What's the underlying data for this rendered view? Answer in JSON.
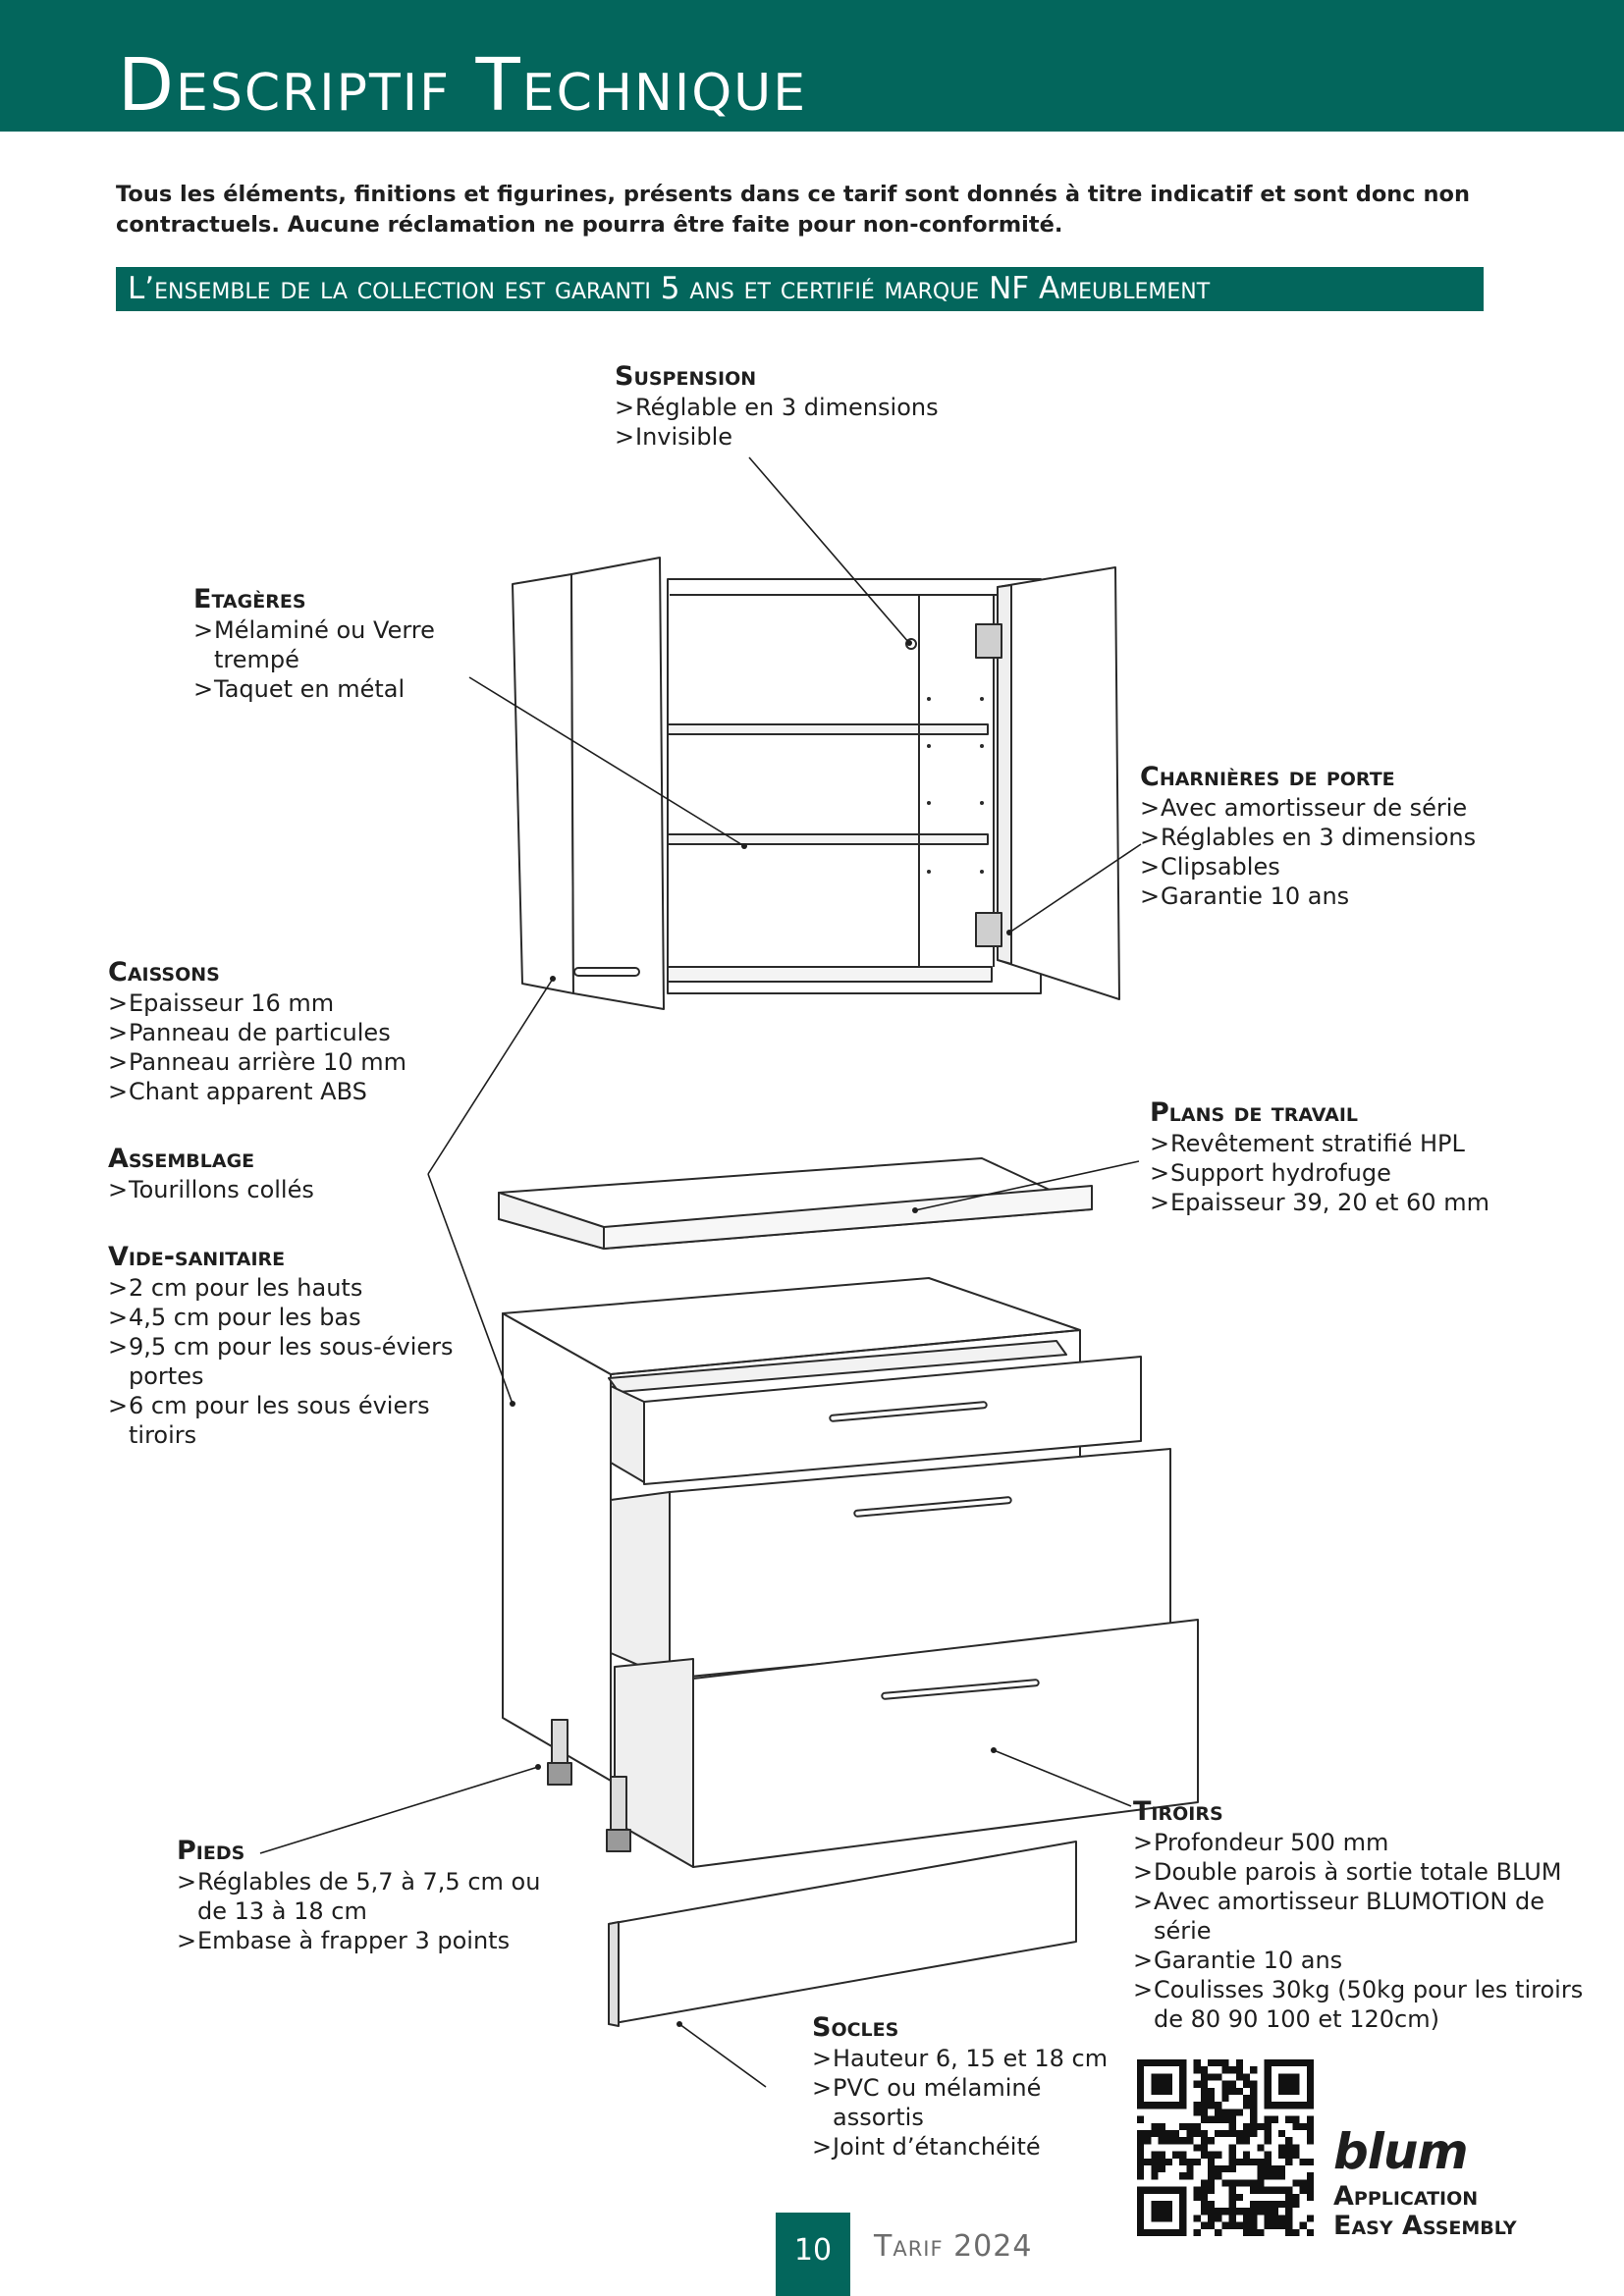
{
  "header": {
    "title": "Descriptif Technique"
  },
  "intro": "Tous les éléments, finitions et figurines, présents dans ce tarif sont donnés à titre indicatif et sont donc non contractuels. Aucune réclamation ne pourra être faite pour non-conformité.",
  "banner": "L’ensemble de la collection est garanti 5 ans et certifié marque NF Ameublement",
  "sections": {
    "suspension": {
      "title": "Suspension",
      "items": [
        "Réglable en 3 dimensions",
        "Invisible"
      ]
    },
    "etageres": {
      "title": "Etagères",
      "items": [
        "Mélaminé ou Verre trempé",
        "Taquet en métal"
      ]
    },
    "charnieres": {
      "title": "Charnières de porte",
      "items": [
        "Avec amortisseur de série",
        "Réglables en 3 dimensions",
        "Clipsables",
        "Garantie 10 ans"
      ]
    },
    "caissons": {
      "title": "Caissons",
      "items": [
        "Epaisseur 16 mm",
        "Panneau de particules",
        "Panneau arrière 10 mm",
        "Chant apparent ABS"
      ]
    },
    "plans": {
      "title": "Plans de travail",
      "items": [
        "Revêtement stratifié HPL",
        "Support hydrofuge",
        "Epaisseur 39, 20 et 60 mm"
      ]
    },
    "assemblage": {
      "title": "Assemblage",
      "items": [
        "Tourillons collés"
      ]
    },
    "vide": {
      "title": "Vide-sanitaire",
      "items": [
        "2 cm pour les hauts",
        "4,5 cm pour les bas",
        "9,5 cm pour les sous-éviers portes",
        "6 cm pour les sous éviers tiroirs"
      ]
    },
    "pieds": {
      "title": "Pieds",
      "items": [
        "Réglables de 5,7 à 7,5 cm ou de 13 à 18 cm",
        "Embase à frapper 3 points"
      ]
    },
    "tiroirs": {
      "title": "Tiroirs",
      "items": [
        "Profondeur 500 mm",
        "Double parois à sortie totale BLUM",
        "Avec amortisseur BLUMOTION de série",
        "Garantie 10 ans",
        "Coulisses 30kg (50kg pour les tiroirs de 80 90 100 et 120cm)"
      ]
    },
    "socles": {
      "title": "Socles",
      "items": [
        "Hauteur 6, 15 et 18 cm",
        "PVC ou mélaminé assortis",
        "Joint d’étanchéité"
      ]
    }
  },
  "blum": {
    "logo": "blum",
    "app_line1": "Application",
    "app_line2": "Easy Assembly"
  },
  "footer": {
    "page_number": "10",
    "tarif": "Tarif 2024"
  }
}
